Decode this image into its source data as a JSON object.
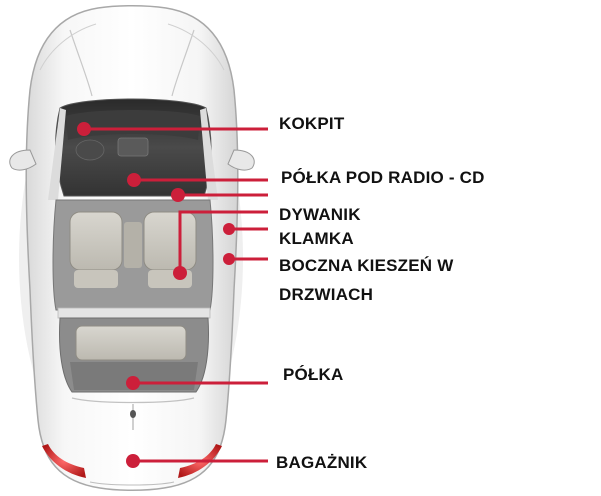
{
  "accent_color": "#cc1f3a",
  "labels": {
    "kokpit": "KOKPIT",
    "polka_pod_radio": "PÓŁKA POD RADIO - CD",
    "dywanik": "DYWANIK",
    "klamka": "KLAMKA",
    "boczna_kieszen_line1": "BOCZNA KIESZEŃ W",
    "boczna_kieszen_line2": "DRZWIACH",
    "polka": "PÓŁKA",
    "bagaznik": "BAGAŻNIK"
  }
}
